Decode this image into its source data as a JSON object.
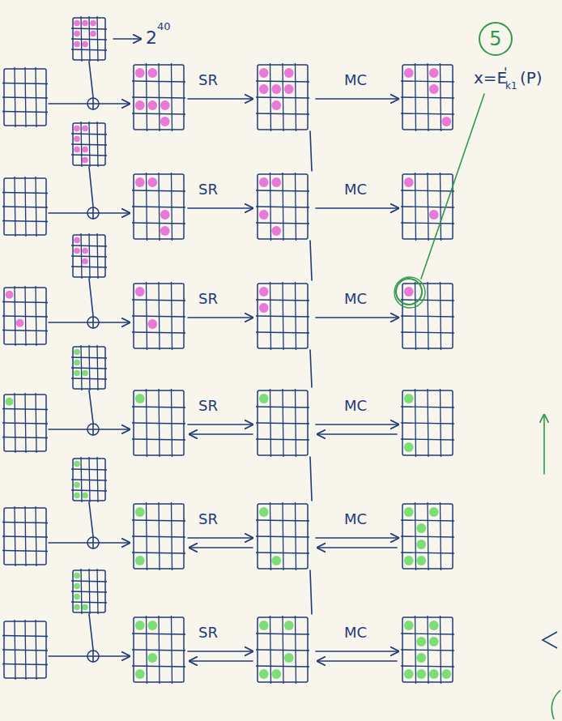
{
  "diagram": {
    "nodes": [
      {
        "text": [
          "5"
        ]
      }
    ],
    "labels": [
      "2",
      "40",
      "SR",
      "MC",
      "SR",
      "MC",
      "x=E",
      "'",
      "k1",
      "(P)",
      "SR",
      "MC",
      "SR",
      "MC",
      "SR",
      "MC",
      "SR",
      "MC"
    ]
  }
}
